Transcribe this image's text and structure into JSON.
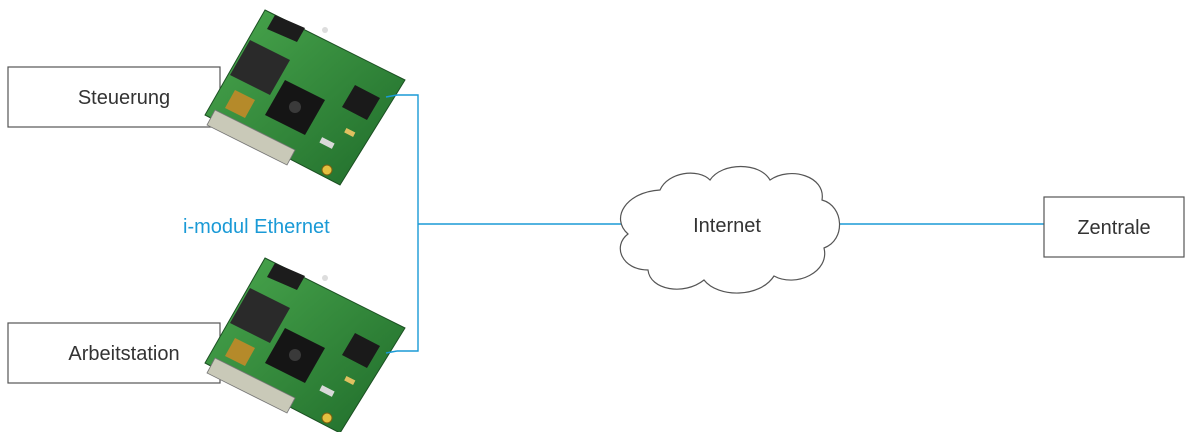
{
  "nodes": {
    "steuerung": "Steuerung",
    "arbeitstation": "Arbeitstation",
    "internet": "Internet",
    "zentrale": "Zentrale"
  },
  "module_label": "i-modul Ethernet",
  "colors": {
    "link": "#1a9ad6",
    "module_label": "#1a9ad6",
    "box_border": "#555555",
    "pcb_green": "#2e8b3a"
  }
}
